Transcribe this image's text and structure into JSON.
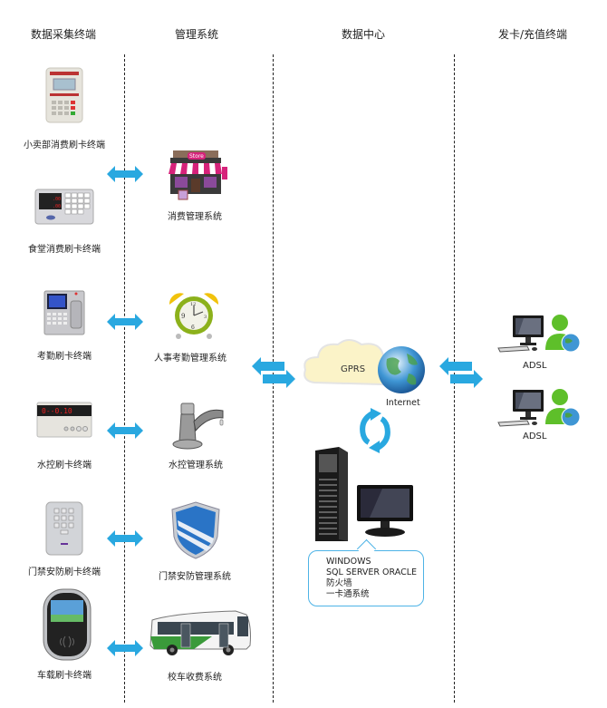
{
  "columns": [
    {
      "title": "数据采集终端"
    },
    {
      "title": "管理系统"
    },
    {
      "title": "数据中心"
    },
    {
      "title": "发卡/充值终端"
    }
  ],
  "terminals": [
    {
      "label": "小卖部消费刷卡终端",
      "icon": "pos-terminal-icon"
    },
    {
      "label": "食堂消费刷卡终端",
      "icon": "canteen-terminal-icon"
    },
    {
      "label": "考勤刷卡终端",
      "icon": "attendance-terminal-icon"
    },
    {
      "label": "水控刷卡终端",
      "icon": "water-control-terminal-icon"
    },
    {
      "label": "门禁安防刷卡终端",
      "icon": "access-control-keypad-icon"
    },
    {
      "label": "车载刷卡终端",
      "icon": "vehicle-card-reader-icon"
    }
  ],
  "systems": [
    {
      "label": "消费管理系统",
      "icon": "store-icon"
    },
    {
      "label": "人事考勤管理系统",
      "icon": "alarm-clock-icon"
    },
    {
      "label": "水控管理系统",
      "icon": "faucet-icon"
    },
    {
      "label": "门禁安防管理系统",
      "icon": "shield-icon"
    },
    {
      "label": "校车收费系统",
      "icon": "bus-icon"
    }
  ],
  "data_center": {
    "cloud_label": "GPRS",
    "internet_label": "Internet",
    "server_info": [
      "WINDOWS",
      "SQL SERVER ORACLE",
      "防火墙",
      "一卡通系统"
    ]
  },
  "clients": [
    {
      "label": "ADSL"
    },
    {
      "label": "ADSL"
    }
  ],
  "colors": {
    "arrow": "#29a8e0",
    "bubble_border": "#4db3e6"
  }
}
